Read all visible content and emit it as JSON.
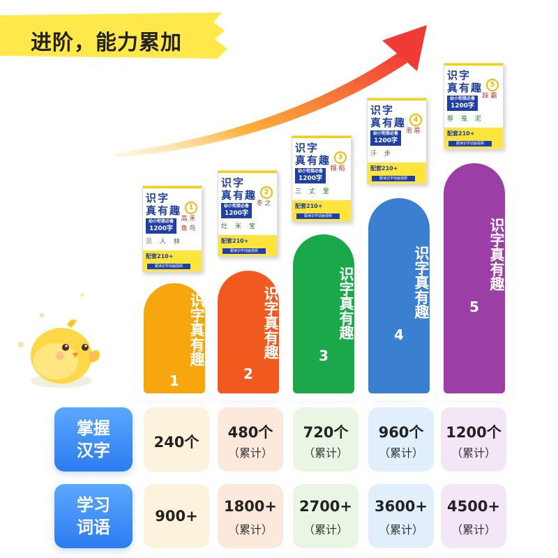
{
  "title": "进阶，能力累加",
  "bars": [
    {
      "label": "识字真有趣",
      "number": "1",
      "color": "#f7a70d"
    },
    {
      "label": "识字真有趣",
      "number": "2",
      "color": "#f05a1f"
    },
    {
      "label": "识字真有趣",
      "number": "3",
      "color": "#1aa84a"
    },
    {
      "label": "识字真有趣",
      "number": "4",
      "color": "#3a7fd0"
    },
    {
      "label": "识字真有趣",
      "number": "5",
      "color": "#9b3fa6"
    }
  ],
  "books": [
    {
      "line1": "识字",
      "line2": "真有趣",
      "vol": "1",
      "subtitle": "幼小衔接必备",
      "count": "1200字",
      "glyphs": "高 禾 鱼 鸟",
      "glyphs2": "贝 人 林",
      "ad": "配套210+",
      "stripe": "跟读识字动画视频"
    },
    {
      "line1": "识字",
      "line2": "真有趣",
      "vol": "2",
      "subtitle": "幼小衔接必备",
      "count": "1200字",
      "glyphs": "冬 之",
      "glyphs2": "灶 米 宝",
      "ad": "配套210+",
      "stripe": "跟读识字动画视频"
    },
    {
      "line1": "识字",
      "line2": "真有趣",
      "vol": "3",
      "subtitle": "幼小衔接必备",
      "count": "1200字",
      "glyphs": "帽 稻",
      "glyphs2": "三 丈 里",
      "ad": "配套210+",
      "stripe": "跟读识字动画视频"
    },
    {
      "line1": "识字",
      "line2": "真有趣",
      "vol": "4",
      "subtitle": "幼小衔接必备",
      "count": "1200字",
      "glyphs": "泡 眉",
      "glyphs2": "汗 步",
      "ad": "配套210+",
      "stripe": "跟读识字动画视频"
    },
    {
      "line1": "识字",
      "line2": "真有趣",
      "vol": "5",
      "subtitle": "幼小衔接必备",
      "count": "1200字",
      "glyphs": "踩 霸",
      "glyphs2": "荐 笼 泥",
      "ad": "配套210+",
      "stripe": "跟读识字动画视频"
    }
  ],
  "table": {
    "rows": [
      {
        "header": [
          "掌握",
          "汉字"
        ],
        "cells": [
          {
            "main": "240个",
            "sub": ""
          },
          {
            "main": "480个",
            "sub": "（累计）"
          },
          {
            "main": "720个",
            "sub": "（累计）"
          },
          {
            "main": "960个",
            "sub": "（累计）"
          },
          {
            "main": "1200个",
            "sub": "（累计）"
          }
        ]
      },
      {
        "header": [
          "学习",
          "词语"
        ],
        "cells": [
          {
            "main": "900+",
            "sub": ""
          },
          {
            "main": "1800+",
            "sub": "（累计）"
          },
          {
            "main": "2700+",
            "sub": "（累计）"
          },
          {
            "main": "3600+",
            "sub": "（累计）"
          },
          {
            "main": "4500+",
            "sub": "（累计）"
          }
        ]
      }
    ],
    "cell_colors": [
      "#fdf3dc",
      "#fde9dc",
      "#e9f6e4",
      "#e1eefb",
      "#f3e6f6"
    ]
  },
  "colors": {
    "banner": "#ffe84a",
    "arrow_start": "#ffd27a",
    "arrow_end": "#f03a36",
    "row_header": "#2d7cf0"
  },
  "icons": {
    "mascot": "yellow-chick-icon",
    "sparkle": "sparkle-icon"
  }
}
